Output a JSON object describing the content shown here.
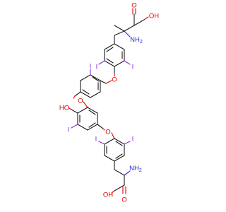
{
  "atoms": {
    "top_o_carbonyl": "O",
    "top_oh": "OH",
    "top_nh2": "NH",
    "top_nh2_sub": "2",
    "ring1_i_left": "I",
    "ring1_i_right": "I",
    "ether_o1": "O",
    "ring2_i": "I",
    "ether_o2": "O",
    "ho_phenol": "HO",
    "ring3_i": "I",
    "ether_o3": "O",
    "ring4_i_left": "I",
    "ring4_i_right": "I",
    "bottom_nh2": "NH",
    "bottom_nh2_sub": "2",
    "bottom_o_carbonyl": "O",
    "bottom_oh": "OH"
  },
  "colors": {
    "oxygen": "#e00000",
    "nitrogen": "#2a2ad8",
    "iodine": "#8a2be2",
    "carbon": "#1a1a1a"
  }
}
